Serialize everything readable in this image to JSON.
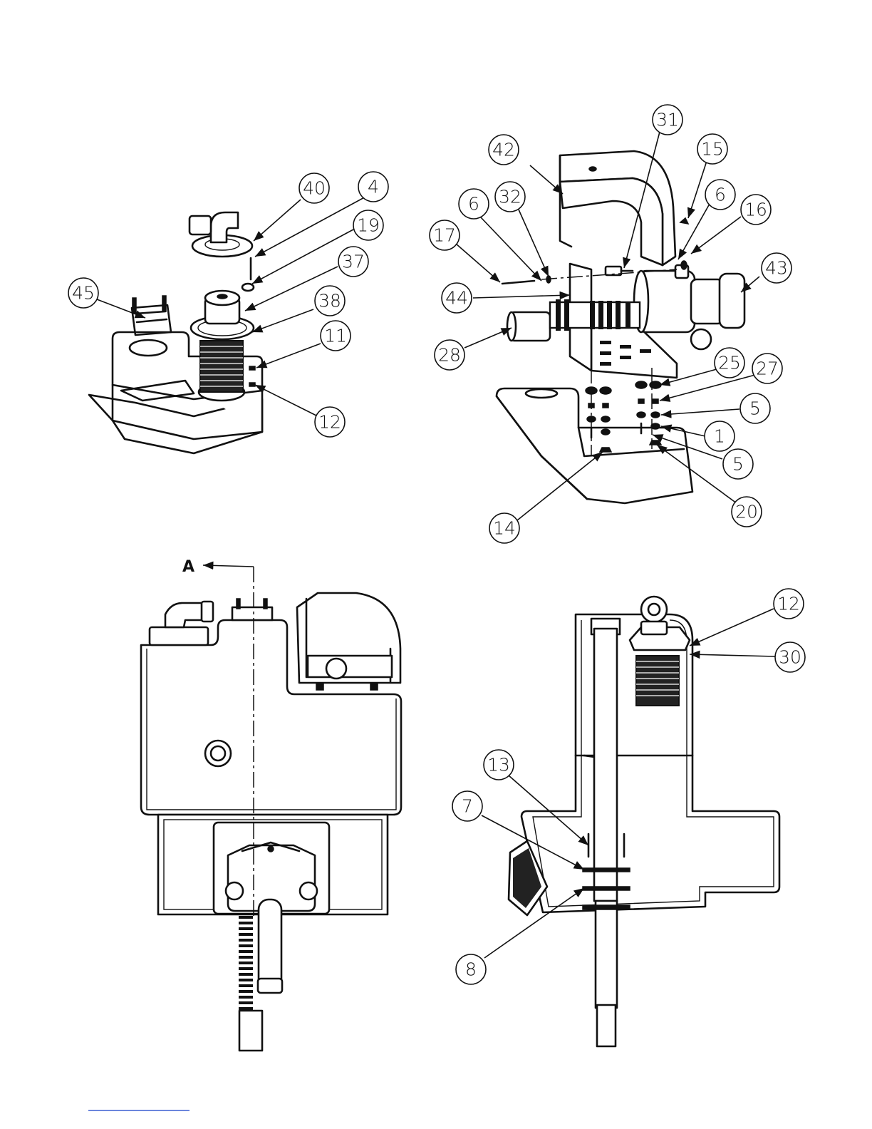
{
  "callouts": {
    "c40": "40",
    "c4": "4",
    "c19": "19",
    "c37": "37",
    "c38": "38",
    "c45": "45",
    "c11": "11",
    "c12a": "12",
    "c31": "31",
    "c42": "42",
    "c15": "15",
    "c6a": "6",
    "c32": "32",
    "c6b": "6",
    "c16": "16",
    "c17": "17",
    "c43": "43",
    "c44": "44",
    "c28": "28",
    "c25": "25",
    "c27": "27",
    "c5a": "5",
    "c1": "1",
    "c5b": "5",
    "c20": "20",
    "c14": "14",
    "c12b": "12",
    "c30": "30",
    "c13": "13",
    "c7": "7",
    "c8": "8"
  },
  "section_label": "A"
}
